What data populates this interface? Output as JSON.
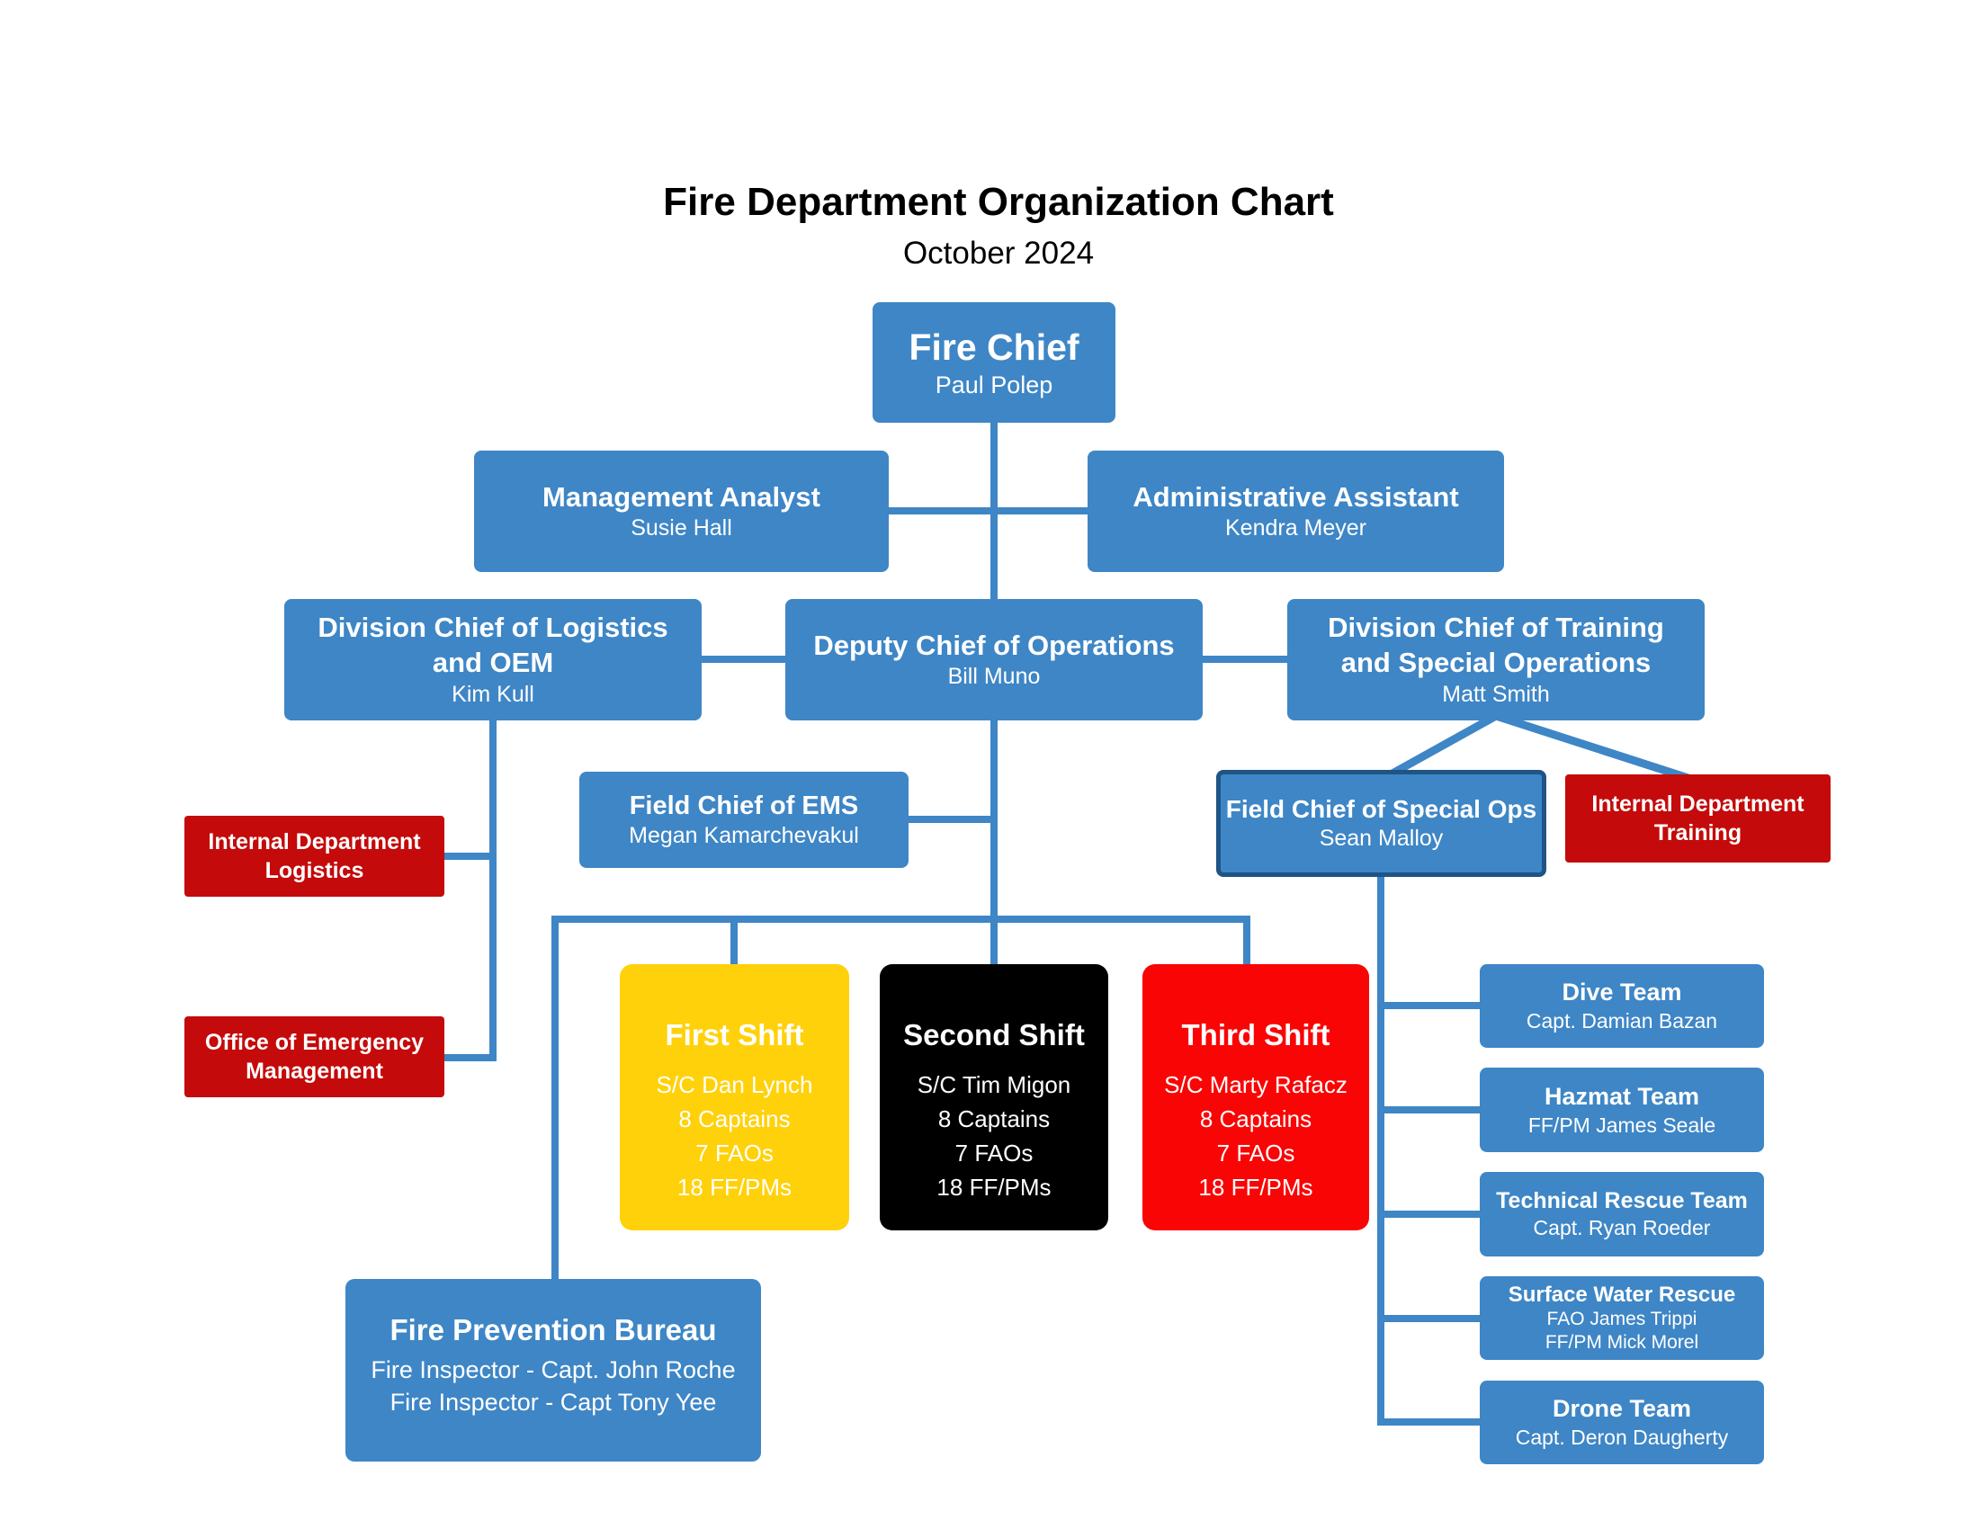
{
  "header": {
    "title": "Fire Department Organization Chart",
    "subtitle": "October 2024"
  },
  "colors": {
    "blue": "#3E86C6",
    "blueDark": "#1E5486",
    "redDark": "#C40A0A",
    "redBright": "#FA0505",
    "yellow": "#FFD10A",
    "black": "#000000",
    "line": "#3E86C6",
    "white": "#FFFFFF"
  },
  "boxes": {
    "fire_chief": {
      "title": "Fire Chief",
      "name": "Paul Polep"
    },
    "management_analyst": {
      "title": "Management Analyst",
      "name": "Susie Hall"
    },
    "administrative_assistant": {
      "title": "Administrative Assistant",
      "name": "Kendra Meyer"
    },
    "division_logistics": {
      "title": "Division Chief of Logistics and OEM",
      "name": "Kim Kull"
    },
    "deputy_operations": {
      "title": "Deputy Chief of Operations",
      "name": "Bill Muno"
    },
    "division_training": {
      "title": "Division Chief of Training and Special Operations",
      "name": "Matt Smith"
    },
    "field_chief_ems": {
      "title": "Field Chief of EMS",
      "name": "Megan Kamarchevakul"
    },
    "field_chief_special_ops": {
      "title": "Field Chief of Special Ops",
      "name": "Sean Malloy"
    },
    "internal_department_training": {
      "title": "Internal Department Training"
    },
    "internal_department_logistics": {
      "title": "Internal Department Logistics"
    },
    "office_emergency_management": {
      "title": "Office of Emergency Management"
    },
    "first_shift": {
      "title": "First Shift",
      "lines": [
        "S/C Dan Lynch",
        "8 Captains",
        "7 FAOs",
        "18 FF/PMs"
      ]
    },
    "second_shift": {
      "title": "Second Shift",
      "lines": [
        "S/C Tim Migon",
        "8 Captains",
        "7 FAOs",
        "18 FF/PMs"
      ]
    },
    "third_shift": {
      "title": "Third Shift",
      "lines": [
        "S/C Marty Rafacz",
        "8 Captains",
        "7 FAOs",
        "18 FF/PMs"
      ]
    },
    "fire_prevention_bureau": {
      "title": "Fire Prevention Bureau",
      "lines": [
        "Fire Inspector - Capt. John Roche",
        "Fire Inspector - Capt Tony Yee"
      ]
    },
    "dive_team": {
      "title": "Dive Team",
      "name": "Capt. Damian Bazan"
    },
    "hazmat_team": {
      "title": "Hazmat Team",
      "name": "FF/PM James Seale"
    },
    "technical_rescue_team": {
      "title": "Technical Rescue Team",
      "name": "Capt. Ryan Roeder"
    },
    "surface_water_rescue": {
      "title": "Surface Water Rescue",
      "lines": [
        "FAO James Trippi",
        "FF/PM Mick Morel"
      ]
    },
    "drone_team": {
      "title": "Drone Team",
      "name": "Capt. Deron Daugherty"
    }
  },
  "connections": [
    {
      "from": "fire_chief",
      "to": "deputy_operations"
    },
    {
      "from": "fire_chief",
      "to": "management_analyst"
    },
    {
      "from": "fire_chief",
      "to": "administrative_assistant"
    },
    {
      "from": "deputy_operations",
      "to": "division_logistics"
    },
    {
      "from": "deputy_operations",
      "to": "division_training"
    },
    {
      "from": "deputy_operations",
      "to": "field_chief_ems"
    },
    {
      "from": "deputy_operations",
      "to": "first_shift"
    },
    {
      "from": "deputy_operations",
      "to": "second_shift"
    },
    {
      "from": "deputy_operations",
      "to": "third_shift"
    },
    {
      "from": "deputy_operations",
      "to": "fire_prevention_bureau"
    },
    {
      "from": "division_logistics",
      "to": "internal_department_logistics"
    },
    {
      "from": "division_logistics",
      "to": "office_emergency_management"
    },
    {
      "from": "division_training",
      "to": "field_chief_special_ops"
    },
    {
      "from": "division_training",
      "to": "internal_department_training"
    },
    {
      "from": "field_chief_special_ops",
      "to": "dive_team"
    },
    {
      "from": "field_chief_special_ops",
      "to": "hazmat_team"
    },
    {
      "from": "field_chief_special_ops",
      "to": "technical_rescue_team"
    },
    {
      "from": "field_chief_special_ops",
      "to": "surface_water_rescue"
    },
    {
      "from": "field_chief_special_ops",
      "to": "drone_team"
    }
  ]
}
